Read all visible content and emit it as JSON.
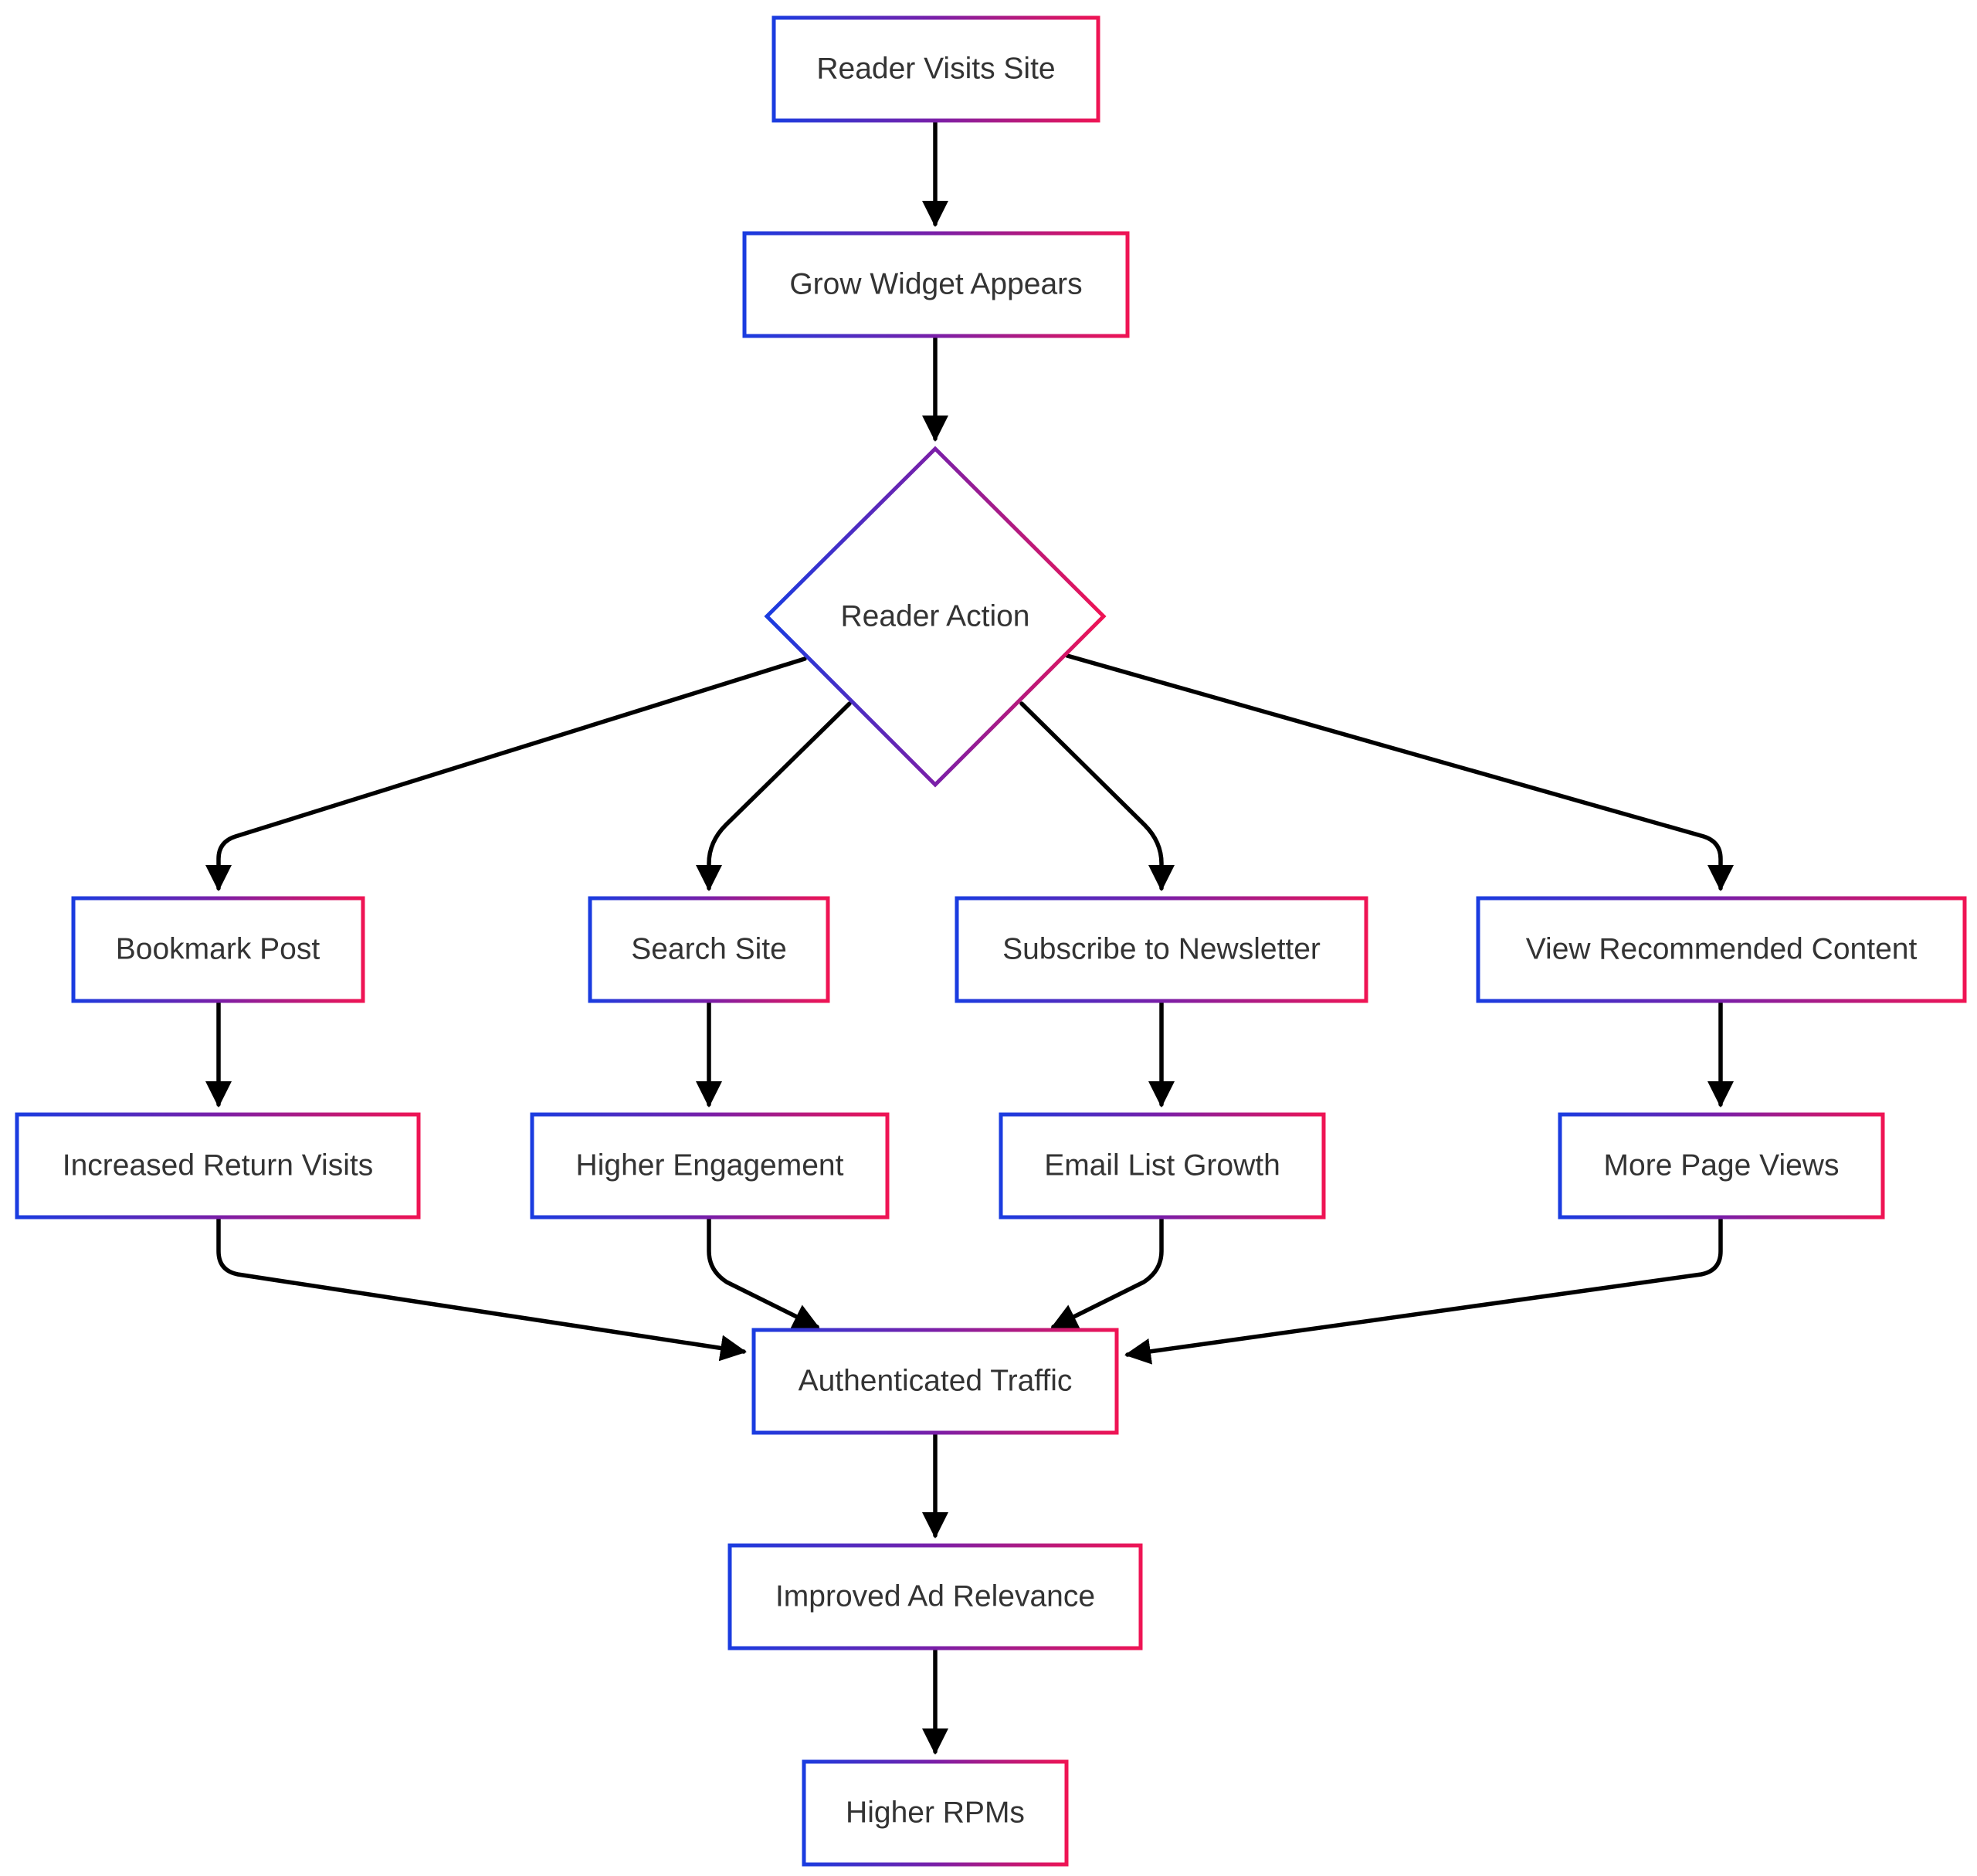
{
  "diagram": {
    "colors": {
      "border_start": "#1a3ce0",
      "border_mid": "#7a1fa8",
      "border_end": "#ef1454",
      "arrow": "#000000",
      "text": "#333333",
      "background": "#ffffff"
    },
    "nodes": {
      "reader_visits_site": "Reader Visits Site",
      "grow_widget_appears": "Grow Widget Appears",
      "reader_action": "Reader Action",
      "bookmark_post": "Bookmark Post",
      "search_site": "Search Site",
      "subscribe_newsletter": "Subscribe to Newsletter",
      "view_recommended": "View Recommended Content",
      "increased_return_visits": "Increased Return Visits",
      "higher_engagement": "Higher Engagement",
      "email_list_growth": "Email List Growth",
      "more_page_views": "More Page Views",
      "authenticated_traffic": "Authenticated Traffic",
      "improved_ad_relevance": "Improved Ad Relevance",
      "higher_rpms": "Higher RPMs"
    },
    "edges": [
      {
        "from": "reader_visits_site",
        "to": "grow_widget_appears"
      },
      {
        "from": "grow_widget_appears",
        "to": "reader_action"
      },
      {
        "from": "reader_action",
        "to": "bookmark_post"
      },
      {
        "from": "reader_action",
        "to": "search_site"
      },
      {
        "from": "reader_action",
        "to": "subscribe_newsletter"
      },
      {
        "from": "reader_action",
        "to": "view_recommended"
      },
      {
        "from": "bookmark_post",
        "to": "increased_return_visits"
      },
      {
        "from": "search_site",
        "to": "higher_engagement"
      },
      {
        "from": "subscribe_newsletter",
        "to": "email_list_growth"
      },
      {
        "from": "view_recommended",
        "to": "more_page_views"
      },
      {
        "from": "increased_return_visits",
        "to": "authenticated_traffic"
      },
      {
        "from": "higher_engagement",
        "to": "authenticated_traffic"
      },
      {
        "from": "email_list_growth",
        "to": "authenticated_traffic"
      },
      {
        "from": "more_page_views",
        "to": "authenticated_traffic"
      },
      {
        "from": "authenticated_traffic",
        "to": "improved_ad_relevance"
      },
      {
        "from": "improved_ad_relevance",
        "to": "higher_rpms"
      }
    ]
  }
}
